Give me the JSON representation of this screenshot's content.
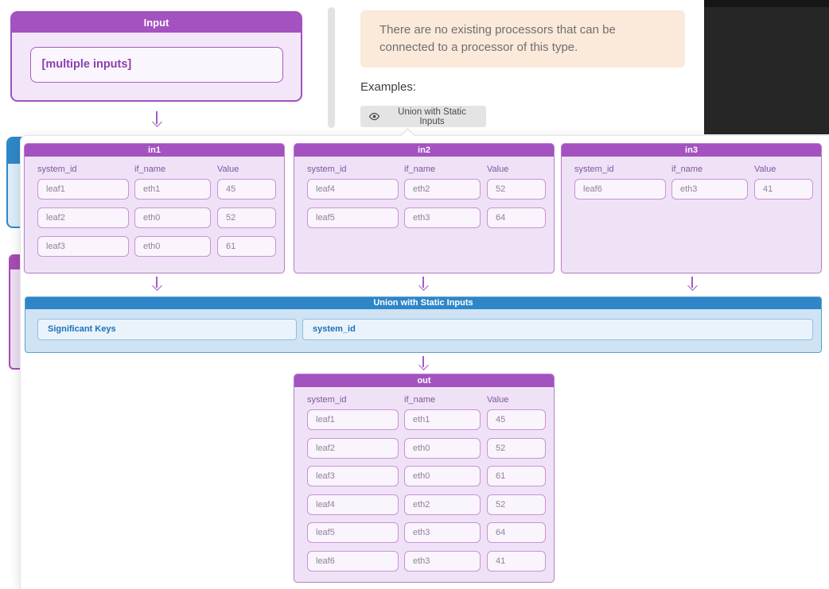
{
  "help": {
    "notice": "There are no existing processors that can be connected to a processor of this type.",
    "examples_label": "Examples:",
    "example_button": "Union with Static Inputs"
  },
  "input_card": {
    "title": "Input",
    "value": "[multiple inputs]"
  },
  "diagram": {
    "columns": [
      "system_id",
      "if_name",
      "Value"
    ],
    "inputs": [
      {
        "title": "in1",
        "rows": [
          [
            "leaf1",
            "eth1",
            "45"
          ],
          [
            "leaf2",
            "eth0",
            "52"
          ],
          [
            "leaf3",
            "eth0",
            "61"
          ]
        ]
      },
      {
        "title": "in2",
        "rows": [
          [
            "leaf4",
            "eth2",
            "52"
          ],
          [
            "leaf5",
            "eth3",
            "64"
          ]
        ]
      },
      {
        "title": "in3",
        "rows": [
          [
            "leaf6",
            "eth3",
            "41"
          ]
        ]
      }
    ],
    "processor": {
      "title": "Union with Static Inputs",
      "significant_keys_label": "Significant Keys",
      "significant_keys_value": "system_id"
    },
    "output": {
      "title": "out",
      "rows": [
        [
          "leaf1",
          "eth1",
          "45"
        ],
        [
          "leaf2",
          "eth0",
          "52"
        ],
        [
          "leaf3",
          "eth0",
          "61"
        ],
        [
          "leaf4",
          "eth2",
          "52"
        ],
        [
          "leaf5",
          "eth3",
          "64"
        ],
        [
          "leaf6",
          "eth3",
          "41"
        ]
      ]
    }
  },
  "icons": {
    "eye": "eye-icon"
  },
  "colors": {
    "stage_purple": "#a352c0",
    "stage_body": "#efe2f6",
    "processor_blue": "#2e86c8",
    "processor_body": "#cfe3f4",
    "notice_bg": "#fbe9da",
    "arrow": "#a55bc6",
    "button_bg": "#e4e4e4",
    "dark_box": "#262626"
  }
}
